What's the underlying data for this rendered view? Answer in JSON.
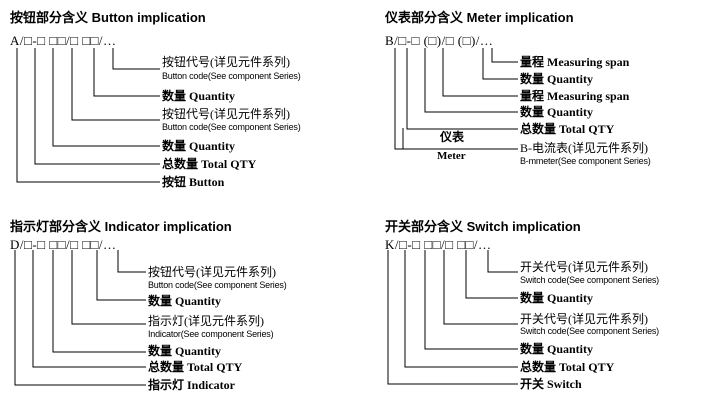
{
  "button": {
    "title": "按钮部分含义 Button implication",
    "code": "A/□-□ □□/□ □□/…",
    "labels": [
      {
        "text": "按钮代号(详见元件系列)",
        "sub": "Button code(See component Series)"
      },
      {
        "text": "数量 Quantity"
      },
      {
        "text": "按钮代号(详见元件系列)",
        "sub": "Button code(See component Series)"
      },
      {
        "text": "数量 Quantity"
      },
      {
        "text": "总数量 Total QTY"
      },
      {
        "text": "按钮 Button"
      }
    ]
  },
  "meter": {
    "title": "仪表部分含义 Meter implication",
    "code": "B/□-□ (□)/□ (□)/…",
    "labels": [
      {
        "text": "量程 Measuring span"
      },
      {
        "text": "数量 Quantity"
      },
      {
        "text": "量程 Measuring span"
      },
      {
        "text": "数量 Quantity"
      },
      {
        "text": "总数量 Total QTY"
      },
      {
        "text": "仪表",
        "sub": "Meter"
      },
      {
        "text": "B-电流表(详见元件系列)",
        "sub": "B-mmeter(See component Series)"
      }
    ]
  },
  "indicator": {
    "title": "指示灯部分含义 Indicator implication",
    "code": "D/□-□ □□/□ □□/…",
    "labels": [
      {
        "text": "按钮代号(详见元件系列)",
        "sub": "Button code(See component Series)"
      },
      {
        "text": "数量 Quantity"
      },
      {
        "text": "指示灯(详见元件系列)",
        "sub": "Indicator(See component Series)"
      },
      {
        "text": "数量 Quantity"
      },
      {
        "text": "总数量 Total QTY"
      },
      {
        "text": "指示灯 Indicator"
      }
    ]
  },
  "switch": {
    "title": "开关部分含义 Switch implication",
    "code": "K/□-□ □□/□ □□/…",
    "labels": [
      {
        "text": "开关代号(详见元件系列)",
        "sub": "Switch code(See component Series)"
      },
      {
        "text": "数量 Quantity"
      },
      {
        "text": "开关代号(详见元件系列)",
        "sub": "Switch code(See component Series)"
      },
      {
        "text": "数量 Quantity"
      },
      {
        "text": "总数量 Total QTY"
      },
      {
        "text": "开关 Switch"
      }
    ]
  }
}
